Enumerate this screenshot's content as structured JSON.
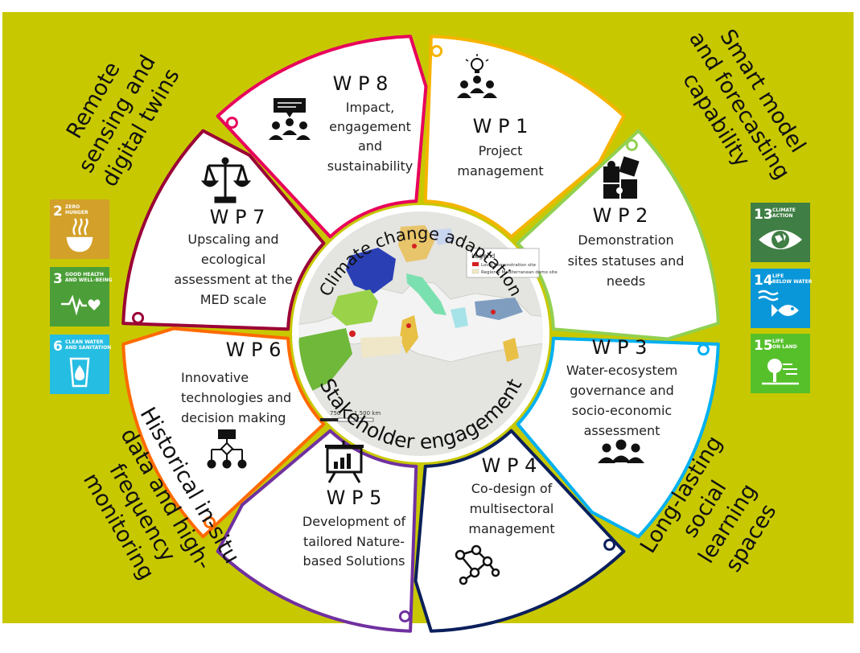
{
  "colors": {
    "background": "#c8c800",
    "center_fill": "#ffffff",
    "map_land": "#e4e4e0",
    "map_sea": "#f3f3f3"
  },
  "center": {
    "top_arc_text": "Climate change adaptation",
    "bottom_arc_text": "Stakeholder engagement",
    "map": {
      "legend_title": "Legend",
      "legend_items": [
        {
          "label": "Local demonstration site",
          "color": "#d42020"
        },
        {
          "label": "Regional Mediterranean demo site",
          "color": "#f2e8c2"
        }
      ],
      "scale_labels": [
        "750",
        "1,500 km"
      ]
    }
  },
  "work_packages": [
    {
      "id": "WP1",
      "code": "W P 1",
      "label": "Project management",
      "lines": [
        "Project",
        "management"
      ],
      "color": "#f5b400",
      "icon": "team-lightbulb-icon"
    },
    {
      "id": "WP2",
      "code": "W P 2",
      "label": "Demonstration sites statuses and needs",
      "lines": [
        "Demonstration",
        "sites statuses and",
        "needs"
      ],
      "color": "#92d050",
      "icon": "puzzle-icon"
    },
    {
      "id": "WP3",
      "code": "W P 3",
      "label": "Water-ecosystem governance and socio-economic assessment",
      "lines": [
        "Water-ecosystem",
        "governance and",
        "socio-economic",
        "assessment"
      ],
      "color": "#00b0f0",
      "icon": "group-icon"
    },
    {
      "id": "WP4",
      "code": "W P 4",
      "label": "Co-design of multisectoral management",
      "lines": [
        "Co-design of",
        "multisectoral",
        "management"
      ],
      "color": "#0b1f5c",
      "icon": "network-icon"
    },
    {
      "id": "WP5",
      "code": "W P 5",
      "label": "Development of tailored Nature-based Solutions",
      "lines": [
        "Development of",
        "tailored Nature-",
        "based Solutions"
      ],
      "color": "#7030a0",
      "icon": "presentation-chart-icon"
    },
    {
      "id": "WP6",
      "code": "W P 6",
      "label": "Innovative technologies and decision making",
      "lines": [
        "Innovative",
        "technologies and",
        "decision making"
      ],
      "color": "#ff6a00",
      "icon": "flowchart-icon"
    },
    {
      "id": "WP7",
      "code": "W P 7",
      "label": "Upscaling and ecological assessment at the MED scale",
      "lines": [
        "Upscaling and",
        "ecological",
        "assessment at the",
        "MED scale"
      ],
      "color": "#9b0036",
      "icon": "scales-icon"
    },
    {
      "id": "WP8",
      "code": "W P 8",
      "label": "Impact, engagement and sustainability",
      "lines": [
        "Impact,",
        "engagement",
        "and",
        "sustainability"
      ],
      "color": "#e8005b",
      "icon": "speaker-audience-icon"
    }
  ],
  "corner_labels": [
    {
      "id": "top-left",
      "lines": [
        "Remote",
        "sensing and",
        "digital twins"
      ]
    },
    {
      "id": "top-right",
      "lines": [
        "Smart model",
        "and forecasting",
        "capability"
      ]
    },
    {
      "id": "bottom-right",
      "lines": [
        "Long-lasting",
        "social",
        "learning",
        "spaces"
      ]
    },
    {
      "id": "bottom-left",
      "lines": [
        "Historical in-situ",
        "data and high-",
        "frequency",
        "monitoring"
      ]
    }
  ],
  "sdg_tiles": [
    {
      "number": "2",
      "lines": [
        "ZERO",
        "HUNGER"
      ],
      "color": "#d3a029",
      "icon": "bowl-icon"
    },
    {
      "number": "3",
      "lines": [
        "GOOD HEALTH",
        "AND WELL-BEING"
      ],
      "color": "#4c9f38",
      "icon": "heartbeat-icon"
    },
    {
      "number": "6",
      "lines": [
        "CLEAN WATER",
        "AND SANITATION"
      ],
      "color": "#26bde2",
      "icon": "water-drop-icon"
    },
    {
      "number": "13",
      "lines": [
        "CLIMATE",
        "ACTION"
      ],
      "color": "#3f7e44",
      "icon": "eye-globe-icon"
    },
    {
      "number": "14",
      "lines": [
        "LIFE",
        "BELOW WATER"
      ],
      "color": "#0a97d9",
      "icon": "fish-icon"
    },
    {
      "number": "15",
      "lines": [
        "LIFE",
        "ON LAND"
      ],
      "color": "#56c02b",
      "icon": "tree-icon"
    }
  ]
}
